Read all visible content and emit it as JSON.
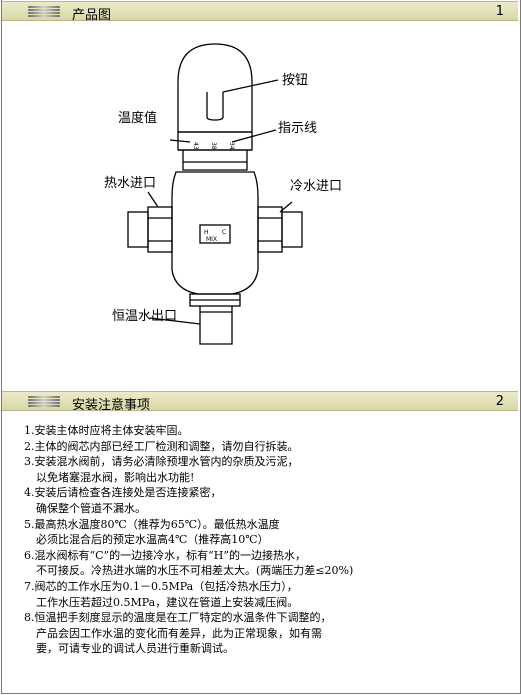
{
  "section1": {
    "title": "产品图",
    "number": "1"
  },
  "section2": {
    "title": "安装注意事项",
    "number": "2"
  },
  "diagram": {
    "labels": {
      "button": "按钮",
      "temp_value": "温度值",
      "indicator": "指示线",
      "hot_inlet": "热水进口",
      "cold_inlet": "冷水进口",
      "outlet": "恒温水出口"
    },
    "scale": {
      "t1": "43",
      "t2": "38",
      "t3": "34"
    },
    "body_marks": {
      "h": "H",
      "c": "C",
      "mix": "MIX"
    }
  },
  "notes": [
    {
      "lines": [
        "1.安装主体时应将主体安装牢固。"
      ]
    },
    {
      "lines": [
        "2.主体的阀芯内部已经工厂检测和调整，请勿自行拆装。"
      ]
    },
    {
      "lines": [
        "3.安装混水阀前，请务必清除预埋水管内的杂质及污泥，",
        "以免堵塞混水阀，影响出水功能!"
      ]
    },
    {
      "lines": [
        "4.安装后请检查各连接处是否连接紧密，",
        "确保整个管道不漏水。"
      ]
    },
    {
      "lines": [
        "5.最高热水温度80℃（推荐为65℃）。最低热水温度",
        "必须比混合后的预定水温高4℃（推荐高10℃）"
      ]
    },
    {
      "lines": [
        "6.混水阀标有“C”的一边接冷水，标有“H”的一边接热水，",
        "不可接反。冷热进水端的水压不可相差太大。(两端压力差≤20%)"
      ]
    },
    {
      "lines": [
        "7.阀芯的工作水压为0.1－0.5MPa（包括冷热水压力），",
        "工作水压若超过0.5MPa，建议在管道上安装减压阀。"
      ]
    },
    {
      "lines": [
        "8.恒温把手刻度显示的温度是在工厂特定的水温条件下调整的，",
        "产品会因工作水温的变化而有差异，此为正常现象，如有需",
        "要，可请专业的调试人员进行重新调试。"
      ]
    }
  ]
}
